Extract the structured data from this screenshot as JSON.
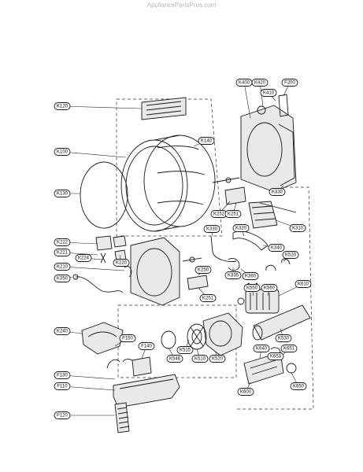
{
  "watermark": "AppliancePartsPros.com",
  "callouts": [
    {
      "id": "K400"
    },
    {
      "id": "K420"
    },
    {
      "id": "F200"
    },
    {
      "id": "K410"
    },
    {
      "id": "K120"
    },
    {
      "id": "K100"
    },
    {
      "id": "K140"
    },
    {
      "id": "K130"
    },
    {
      "id": "K330"
    },
    {
      "id": "K252"
    },
    {
      "id": "K251"
    },
    {
      "id": "K320"
    },
    {
      "id": "K310"
    },
    {
      "id": "K222"
    },
    {
      "id": "K221"
    },
    {
      "id": "K224"
    },
    {
      "id": "K220"
    },
    {
      "id": "K330"
    },
    {
      "id": "K340"
    },
    {
      "id": "K520"
    },
    {
      "id": "K210"
    },
    {
      "id": "K350"
    },
    {
      "id": "K250"
    },
    {
      "id": "K335"
    },
    {
      "id": "K360"
    },
    {
      "id": "K251"
    },
    {
      "id": "K550"
    },
    {
      "id": "K560"
    },
    {
      "id": "K610"
    },
    {
      "id": "K240"
    },
    {
      "id": "F150"
    },
    {
      "id": "F140"
    },
    {
      "id": "K515"
    },
    {
      "id": "K530"
    },
    {
      "id": "K640"
    },
    {
      "id": "K651"
    },
    {
      "id": "K653"
    },
    {
      "id": "K546"
    },
    {
      "id": "K510"
    },
    {
      "id": "K520"
    },
    {
      "id": "F130"
    },
    {
      "id": "F110"
    },
    {
      "id": "K650"
    },
    {
      "id": "K600"
    },
    {
      "id": "F120"
    }
  ]
}
